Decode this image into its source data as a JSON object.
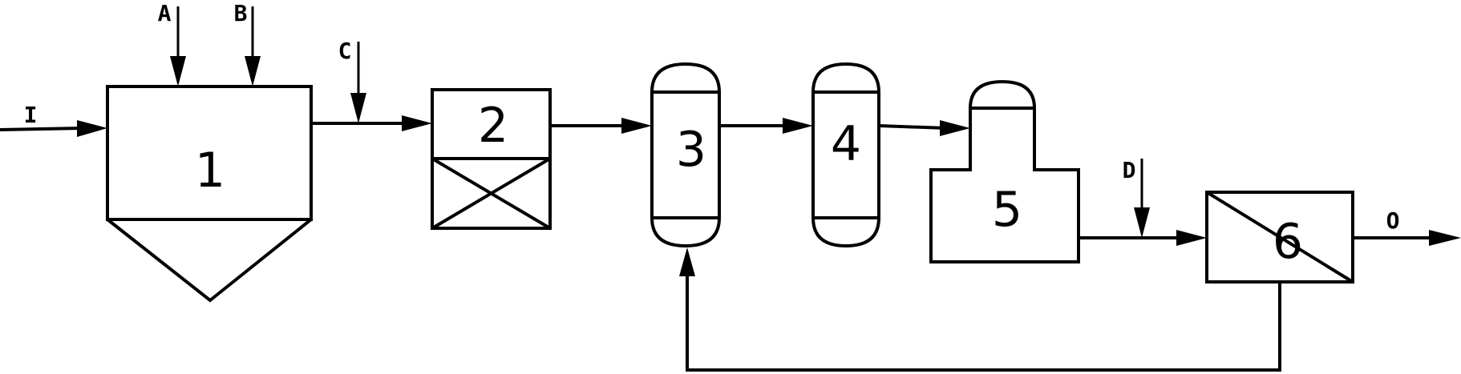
{
  "units": [
    {
      "id": "unit-1",
      "label": "1"
    },
    {
      "id": "unit-2",
      "label": "2"
    },
    {
      "id": "unit-3",
      "label": "3"
    },
    {
      "id": "unit-4",
      "label": "4"
    },
    {
      "id": "unit-5",
      "label": "5"
    },
    {
      "id": "unit-6",
      "label": "6"
    }
  ],
  "streams": {
    "inlet": "I",
    "a": "A",
    "b": "B",
    "c": "C",
    "d": "D",
    "outlet": "O"
  },
  "colors": {
    "line": "#000000",
    "background": "#ffffff"
  }
}
